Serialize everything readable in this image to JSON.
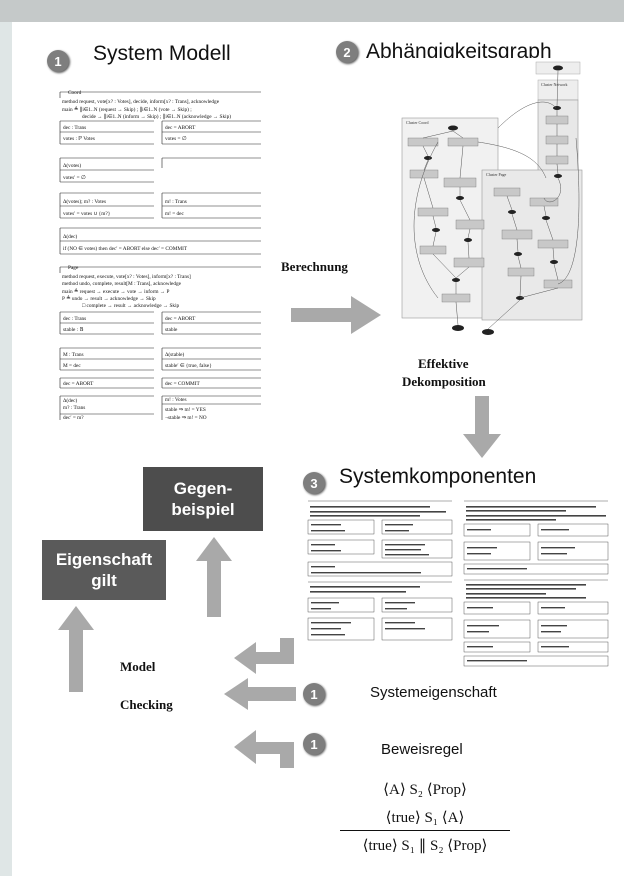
{
  "colors": {
    "page_bg": "#dfe6e6",
    "badge": "#7e7e7e",
    "arrow": "#a9a9a9",
    "box_dark": "#4d4d4d",
    "box_mid": "#5a5a5a"
  },
  "sections": {
    "system_model": {
      "number": "1",
      "title": "System Modell"
    },
    "dependency_graph": {
      "number": "2",
      "title": "Abhängigkeitsgraph"
    },
    "components": {
      "number": "3",
      "title": "Systemkomponenten"
    },
    "property": {
      "number": "1",
      "title": "Systemeigenschaft"
    },
    "proof_rule": {
      "number": "1",
      "title": "Beweisregel"
    }
  },
  "labels": {
    "computation": "Berechnung",
    "effective": "Effektive",
    "decomposition": "Dekomposition",
    "model": "Model",
    "checking": "Checking"
  },
  "boxes": {
    "counterexample_line1": "Gegen-",
    "counterexample_line2": "beispiel",
    "property_holds_line1": "Eigenschaft",
    "property_holds_line2": "gilt"
  },
  "proof_rule": {
    "premise1": "⟨A⟩  S₂  ⟨Prop⟩",
    "premise2": "⟨true⟩  S₁  ⟨A⟩",
    "conclusion": "⟨true⟩  S₁ ∥ S₂  ⟨Prop⟩"
  },
  "model_text": {
    "coord_title": "Coord",
    "coord_method1": "method request, vote[x? : Votes], decide, inform[x? : Trans], acknowledge",
    "coord_main1": "main ≜ ∥i∈1..N (request → Skip) ; ∥i∈1..N (vote → Skip) ;",
    "coord_main2": "decide → ∥i∈1..N (inform → Skip) ; ∥i∈1..N (acknowledge → Skip)",
    "coord_state1": "dec : Trans",
    "coord_state2": "votes : ℙ Votes",
    "coord_init1": "dec = ABORT",
    "coord_init2": "votes = ∅",
    "coord_request": "Δ(votes)",
    "coord_request2": "votes′ = ∅",
    "coord_vote1": "Δ(votes); m? : Votes",
    "coord_vote2": "votes′ = votes ∪ {m?}",
    "coord_inform1": "m! : Trans",
    "coord_inform2": "m! = dec",
    "coord_decide1": "Δ(dec)",
    "coord_decide2": "if (NO ∈ votes) then dec′ = ABORT else dec′ = COMMIT",
    "page_title": "Page",
    "page_method1": "method request, execute, vote[x? : Votes], inform[x? : Trans]",
    "page_method2": "method undo, complete, result[M : Trans], acknowledge",
    "page_main1": "main ≜ request → execute → vote → inform → P",
    "page_main2": "P ≜ undo → result → acknowledge → Skip",
    "page_main3": "□ complete → result → acknowledge → Skip",
    "page_state1": "dec : Trans",
    "page_state2": "stable : 𝔹",
    "page_init1": "dec = ABORT",
    "page_init2": "stable",
    "page_result1": "M : Trans",
    "page_result2": "M = dec",
    "page_execute1": "Δ(stable)",
    "page_execute2": "stable′ ∈ {true, false}",
    "page_undo": "dec = ABORT",
    "page_complete": "dec = COMMIT",
    "page_inform1": "Δ(dec)",
    "page_inform2": "m? : Trans",
    "page_inform3": "dec′ = m?",
    "page_vote1": "m! : Votes",
    "page_vote2": "stable ⇒ m! = YES",
    "page_vote3": "¬stable ⇒ m! = NO"
  },
  "graph_text": {
    "cluster_coord": "Cluster Coord",
    "cluster_page": "Cluster Page",
    "cluster_network": "Cluster Network"
  }
}
